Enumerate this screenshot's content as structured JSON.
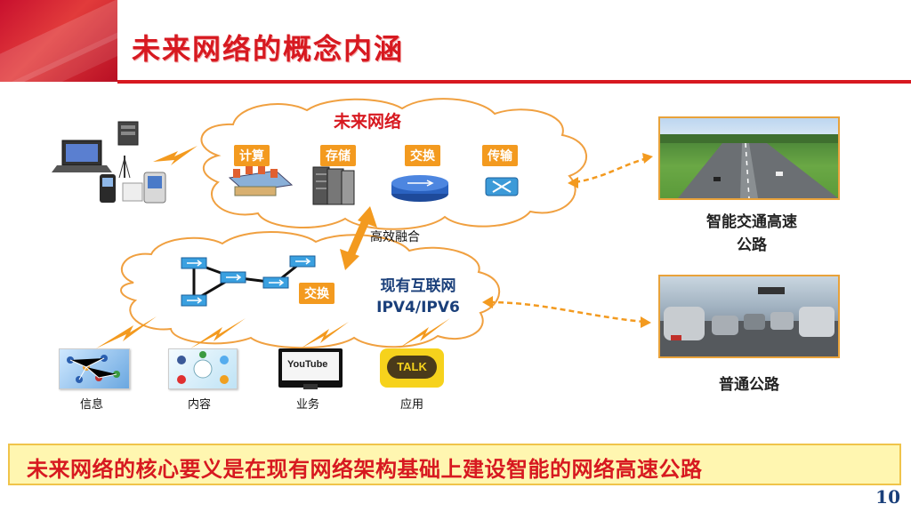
{
  "title": "未来网络的概念内涵",
  "future_cloud": {
    "title": "未来网络",
    "tags": [
      "计算",
      "存储",
      "交换",
      "传输"
    ]
  },
  "fusion_label": "高效融合",
  "current_cloud": {
    "tag": "交换",
    "label_line1": "现有互联网",
    "label_line2": "IPV4/IPV6"
  },
  "services": [
    "信息",
    "内容",
    "业务",
    "应用"
  ],
  "roads": {
    "smart_line1": "智能交通高速",
    "smart_line2": "公路",
    "normal": "普通公路"
  },
  "youtube_logo": "YouTube",
  "talk_logo": "TALK",
  "summary": "未来网络的核心要义是在现有网络架构基础上建设智能的网络高速公路",
  "page_number": "10",
  "colors": {
    "brand_red": "#d71920",
    "orange": "#f39a1f",
    "navy": "#1a3f7a"
  }
}
